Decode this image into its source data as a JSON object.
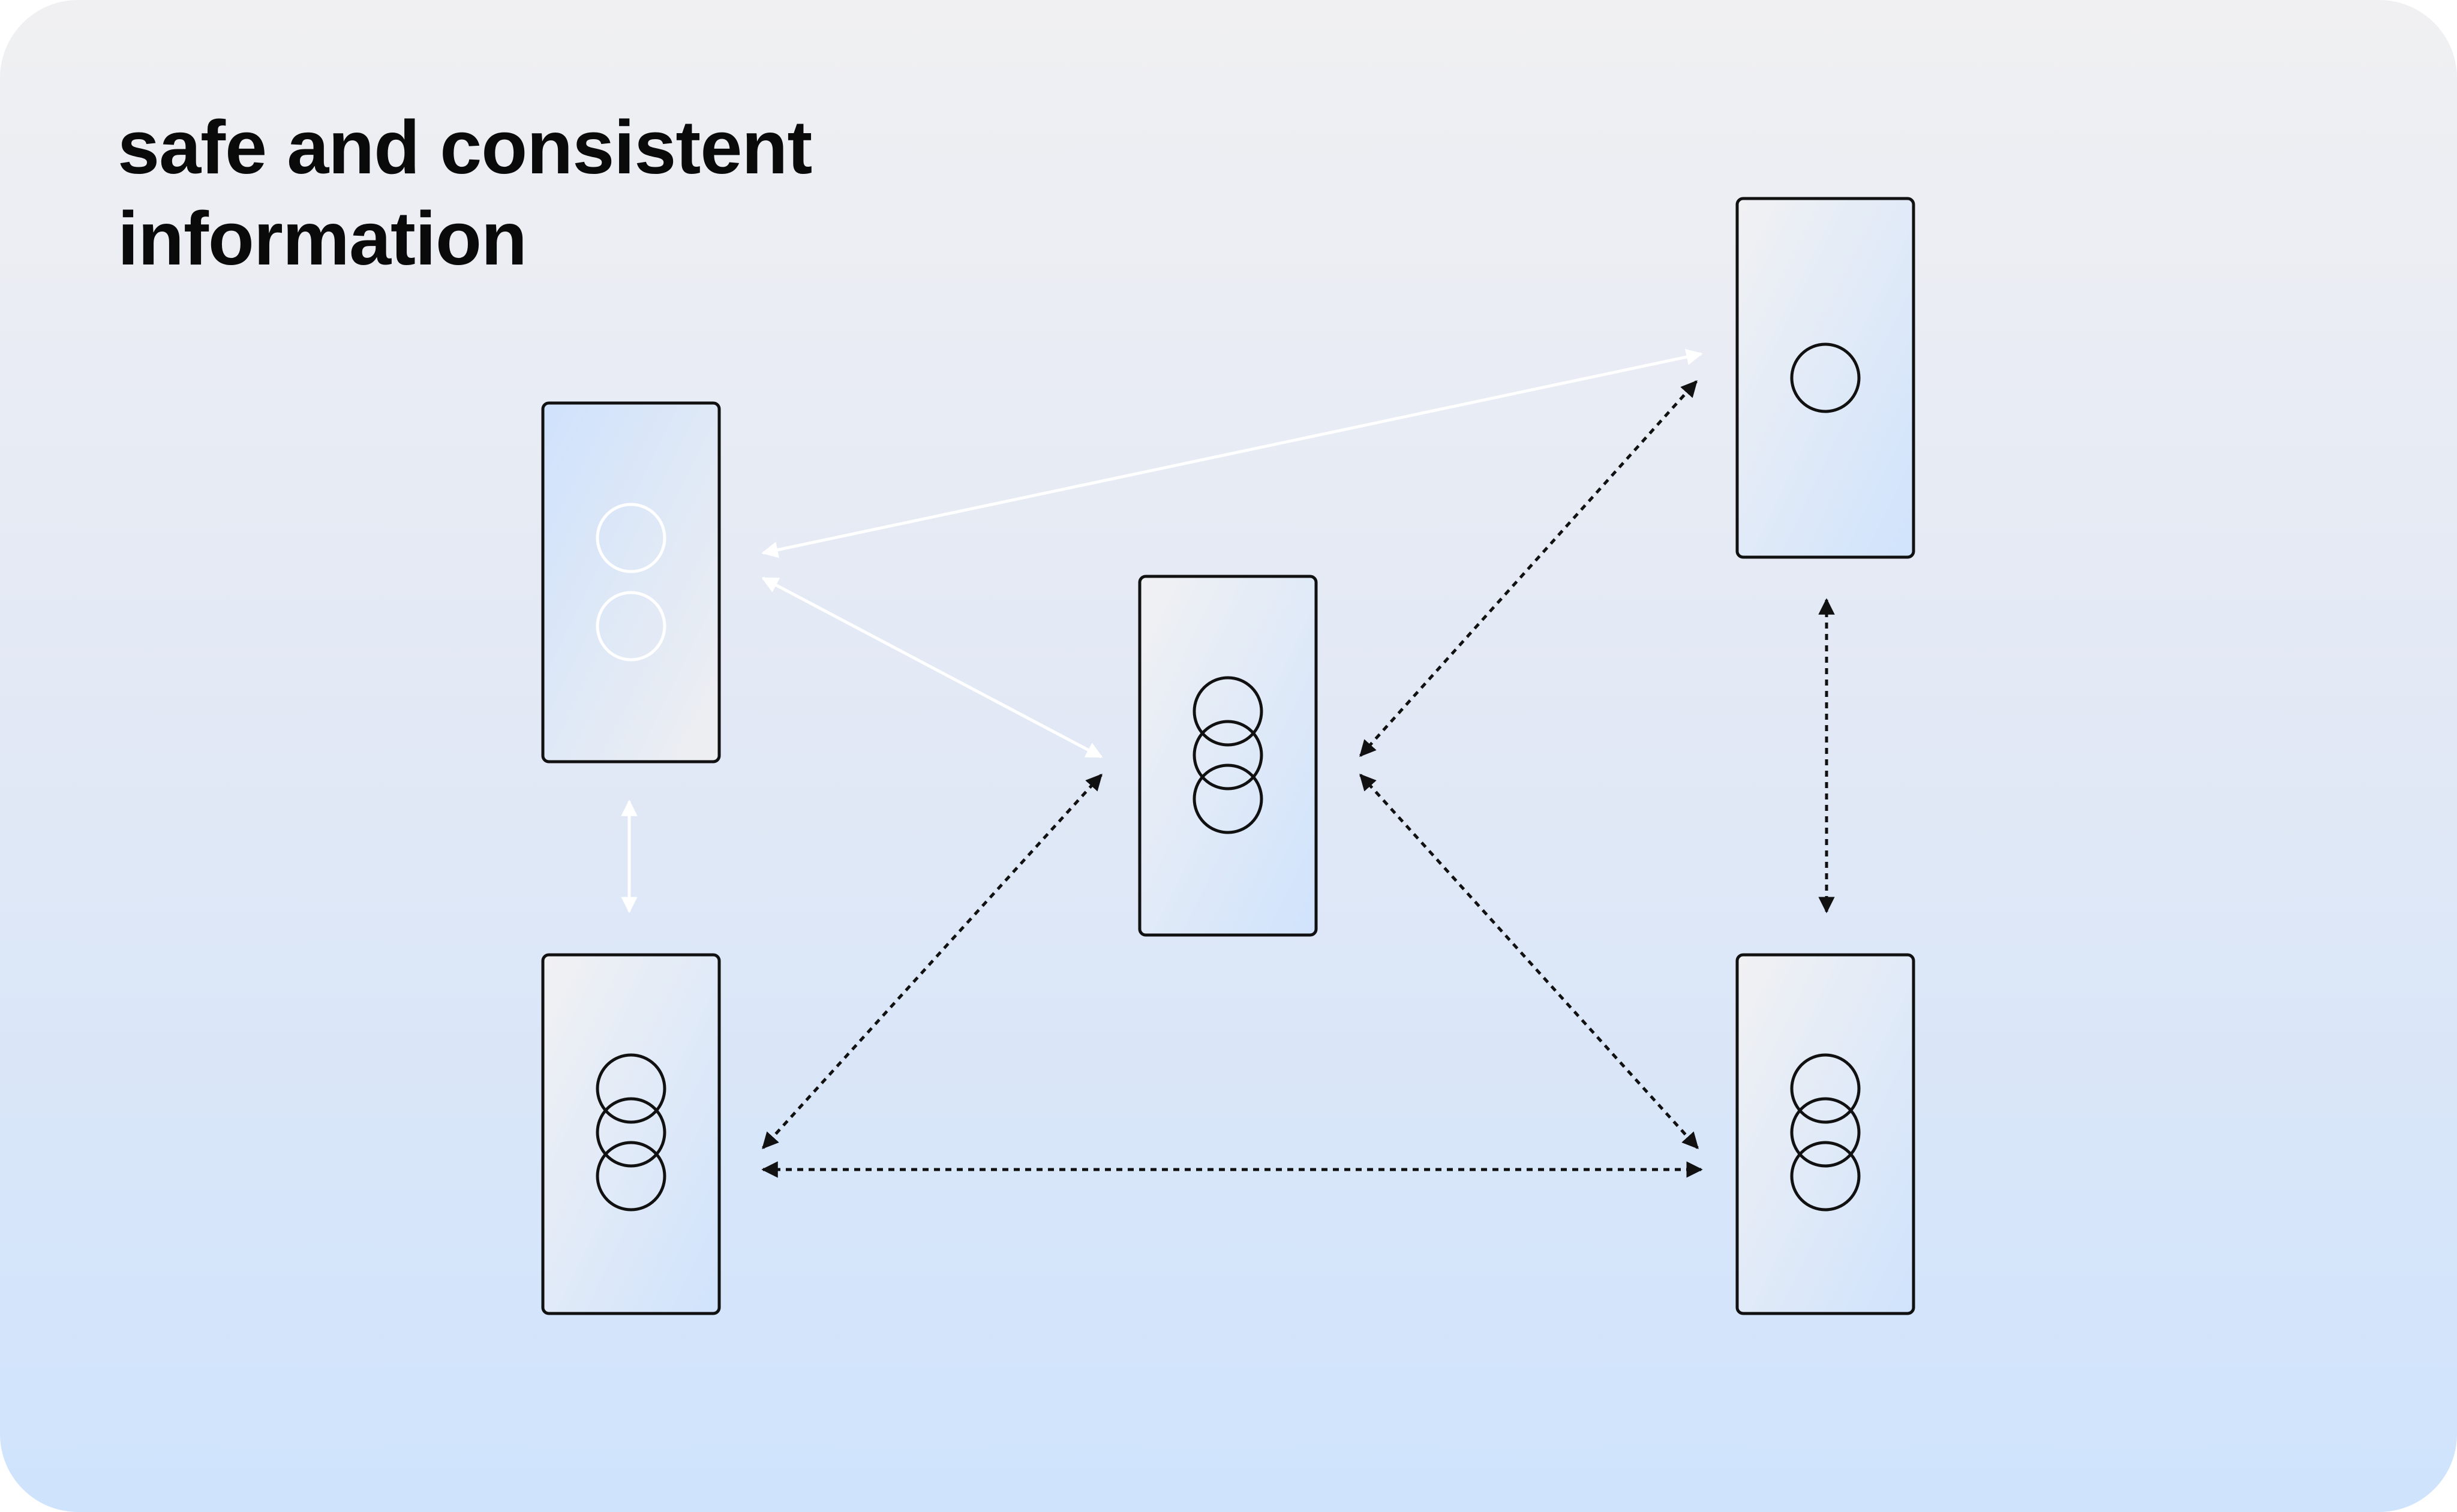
{
  "title": {
    "line1": "safe and consistent",
    "line2": "information"
  },
  "colors": {
    "background_top": "#f0f0f2",
    "background_bottom": "#cfe3fc",
    "outline": "#111111",
    "light_link": "#ffffff",
    "node_blue": "#d2e4fc",
    "node_grey": "#f0f0f2"
  },
  "nodes": [
    {
      "id": "top-left",
      "tokens": 2,
      "token_color": "white",
      "gradient": "blue-to-grey"
    },
    {
      "id": "center",
      "tokens": 3,
      "token_color": "dark",
      "gradient": "grey-to-blue"
    },
    {
      "id": "top-right",
      "tokens": 1,
      "token_color": "dark",
      "gradient": "grey-to-blue"
    },
    {
      "id": "bottom-left",
      "tokens": 3,
      "token_color": "dark",
      "gradient": "grey-to-blue"
    },
    {
      "id": "bottom-right",
      "tokens": 3,
      "token_color": "dark",
      "gradient": "grey-to-blue"
    }
  ],
  "links": [
    {
      "from": "top-left",
      "to": "top-right",
      "style": "solid-white"
    },
    {
      "from": "top-left",
      "to": "center",
      "style": "solid-white"
    },
    {
      "from": "top-left",
      "to": "bottom-left",
      "style": "solid-white"
    },
    {
      "from": "center",
      "to": "top-right",
      "style": "dotted-dark"
    },
    {
      "from": "center",
      "to": "bottom-left",
      "style": "dotted-dark"
    },
    {
      "from": "center",
      "to": "bottom-right",
      "style": "dotted-dark"
    },
    {
      "from": "top-right",
      "to": "bottom-right",
      "style": "dotted-dark"
    },
    {
      "from": "bottom-left",
      "to": "bottom-right",
      "style": "dotted-dark"
    }
  ]
}
